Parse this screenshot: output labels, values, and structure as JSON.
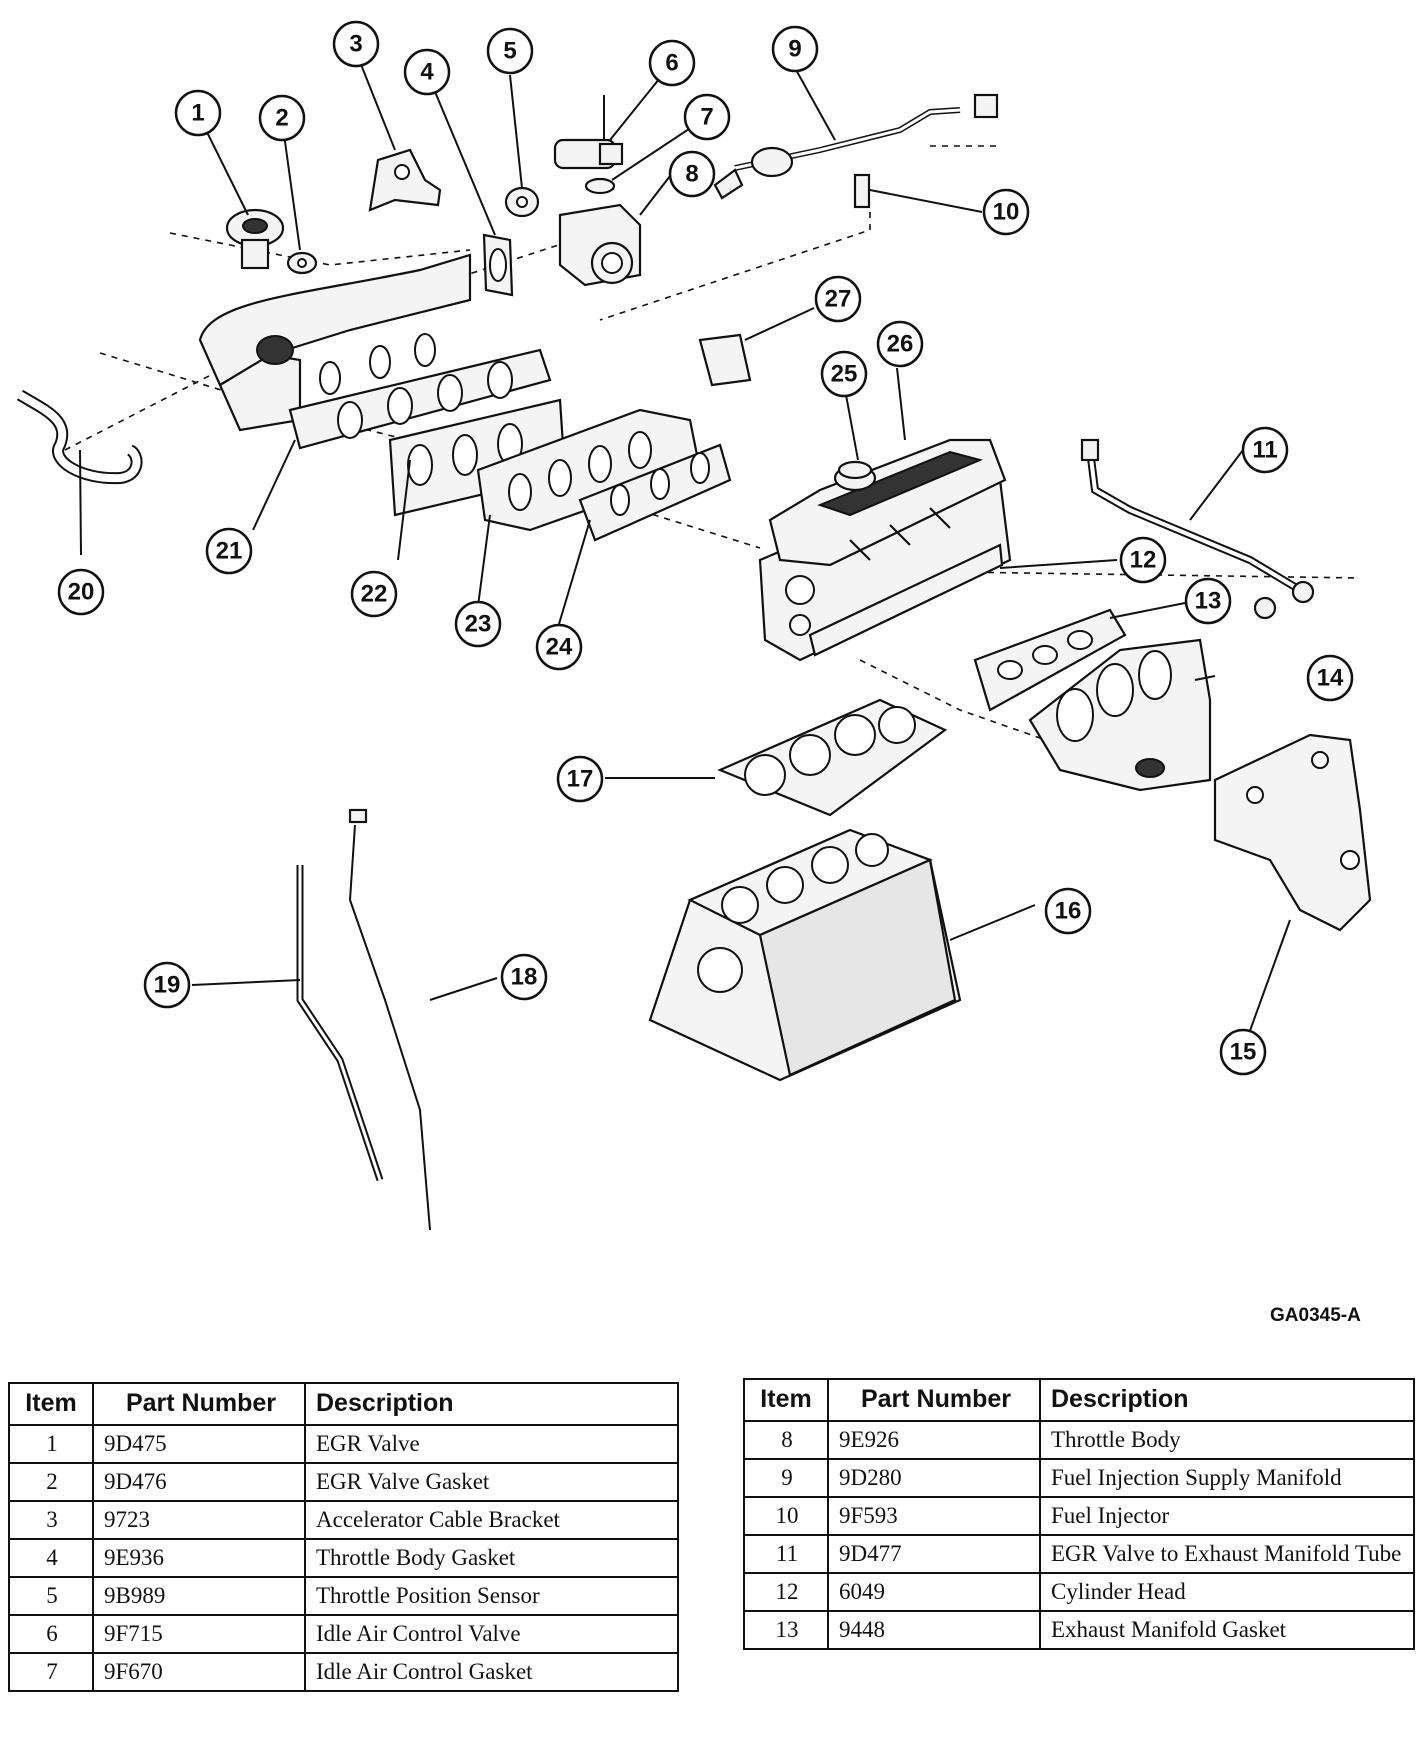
{
  "figure_code": "GA0345-A",
  "callouts": [
    "1",
    "2",
    "3",
    "4",
    "5",
    "6",
    "7",
    "8",
    "9",
    "10",
    "11",
    "12",
    "13",
    "14",
    "15",
    "16",
    "17",
    "18",
    "19",
    "20",
    "21",
    "22",
    "23",
    "24",
    "25",
    "26",
    "27"
  ],
  "table_headers": {
    "item": "Item",
    "part_number": "Part Number",
    "description": "Description"
  },
  "tables": [
    {
      "rows": [
        {
          "item": "1",
          "part_number": "9D475",
          "description": "EGR Valve"
        },
        {
          "item": "2",
          "part_number": "9D476",
          "description": "EGR Valve Gasket"
        },
        {
          "item": "3",
          "part_number": "9723",
          "description": "Accelerator Cable Bracket"
        },
        {
          "item": "4",
          "part_number": "9E936",
          "description": "Throttle Body Gasket"
        },
        {
          "item": "5",
          "part_number": "9B989",
          "description": "Throttle Position Sensor"
        },
        {
          "item": "6",
          "part_number": "9F715",
          "description": "Idle Air Control Valve"
        },
        {
          "item": "7",
          "part_number": "9F670",
          "description": "Idle Air Control Gasket"
        }
      ]
    },
    {
      "rows": [
        {
          "item": "8",
          "part_number": "9E926",
          "description": "Throttle Body"
        },
        {
          "item": "9",
          "part_number": "9D280",
          "description": "Fuel Injection Supply Manifold"
        },
        {
          "item": "10",
          "part_number": "9F593",
          "description": "Fuel Injector"
        },
        {
          "item": "11",
          "part_number": "9D477",
          "description": "EGR Valve to Exhaust Manifold Tube"
        },
        {
          "item": "12",
          "part_number": "6049",
          "description": "Cylinder Head"
        },
        {
          "item": "13",
          "part_number": "9448",
          "description": "Exhaust Manifold Gasket"
        }
      ]
    }
  ]
}
